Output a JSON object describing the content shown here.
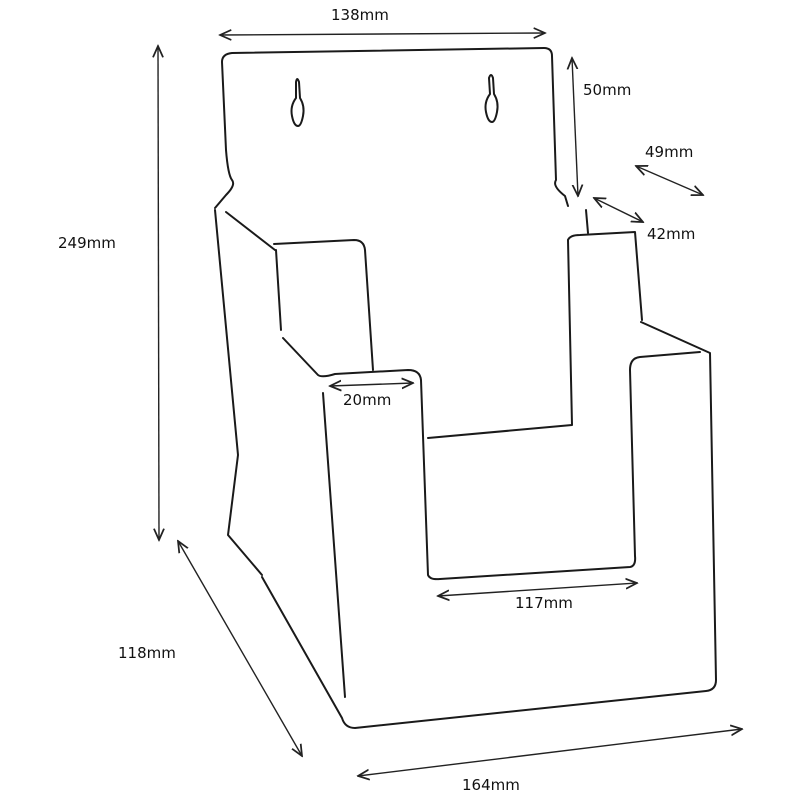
{
  "colors": {
    "background": "#ffffff",
    "outline": "#1a1a1a",
    "dimension": "#222222"
  },
  "dimensions": {
    "back_width": "138mm",
    "header_height": "50mm",
    "top_depth": "49mm",
    "pocket_depth": "42mm",
    "total_height": "249mm",
    "pocket_lip": "20mm",
    "front_opening": "117mm",
    "side_depth": "118mm",
    "base_width": "164mm"
  }
}
